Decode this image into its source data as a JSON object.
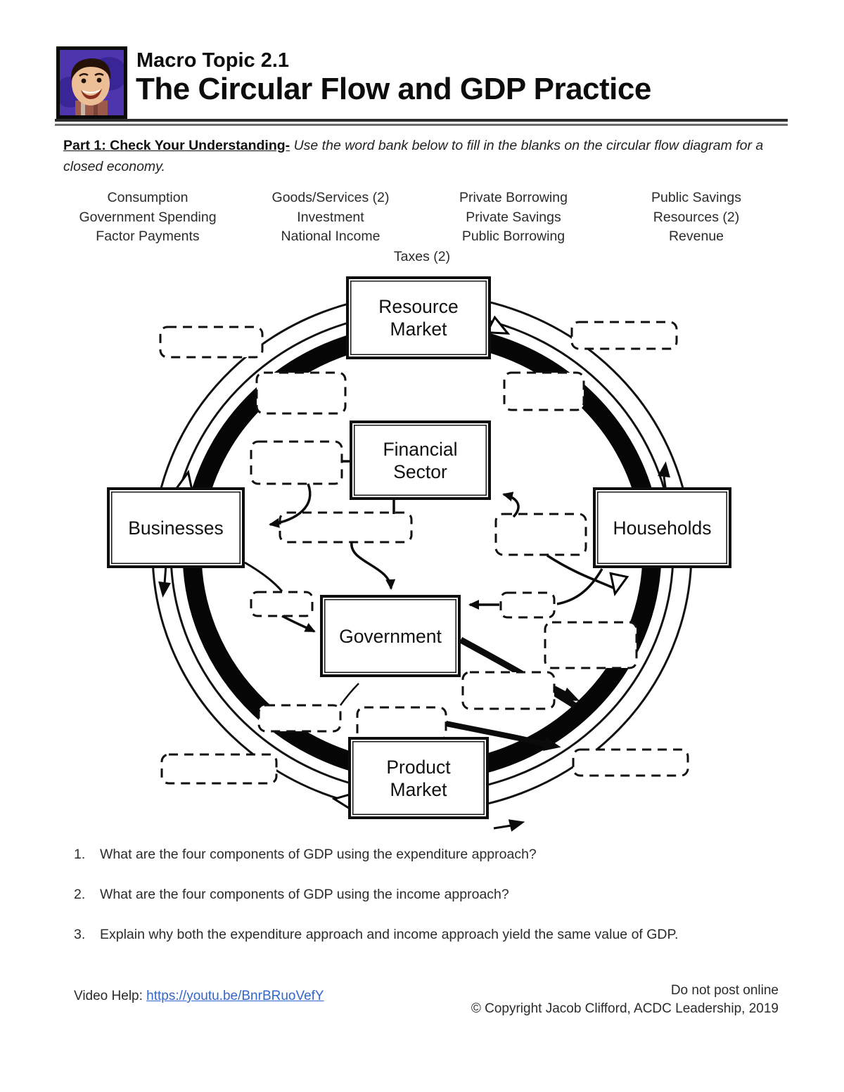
{
  "header": {
    "topic": "Macro Topic 2.1",
    "title": "The Circular Flow and GDP Practice",
    "logo": "acdc-jacob-clifford-avatar",
    "logo_bg_color": "#4f35ad"
  },
  "part1": {
    "heading": "Part 1: Check Your Understanding-",
    "instructions": " Use the word bank below to fill in the blanks on the circular flow diagram for a closed economy."
  },
  "word_bank": {
    "col1": [
      "Consumption",
      "Government Spending",
      "Factor Payments"
    ],
    "col2": [
      "Goods/Services (2)",
      "Investment",
      "National Income"
    ],
    "col3": [
      "Private Borrowing",
      "Private Savings",
      "Public Borrowing"
    ],
    "col4": [
      "Public Savings",
      "Resources (2)",
      "Revenue"
    ],
    "taxes": "Taxes (2)"
  },
  "diagram": {
    "nodes": {
      "resource_market": "Resource Market",
      "financial_sector": "Financial Sector",
      "businesses": "Businesses",
      "households": "Households",
      "government": "Government",
      "product_market": "Product Market"
    },
    "blank_slot_count": 15,
    "ink_color": "#0b0b0b"
  },
  "questions": [
    {
      "num": "1.",
      "text": "What are the four components of GDP using the expenditure approach?"
    },
    {
      "num": "2.",
      "text": "What are the four components of GDP using the income approach?"
    },
    {
      "num": "3.",
      "text": "Explain why both the expenditure approach and income approach yield the same value of GDP."
    }
  ],
  "footer": {
    "video_help_label": "Video Help: ",
    "video_help_url": "https://youtu.be/BnrBRuoVefY",
    "do_not_post": "Do not post online",
    "copyright": "© Copyright Jacob Clifford, ACDC Leadership, 2019",
    "link_color": "#3366cc"
  }
}
